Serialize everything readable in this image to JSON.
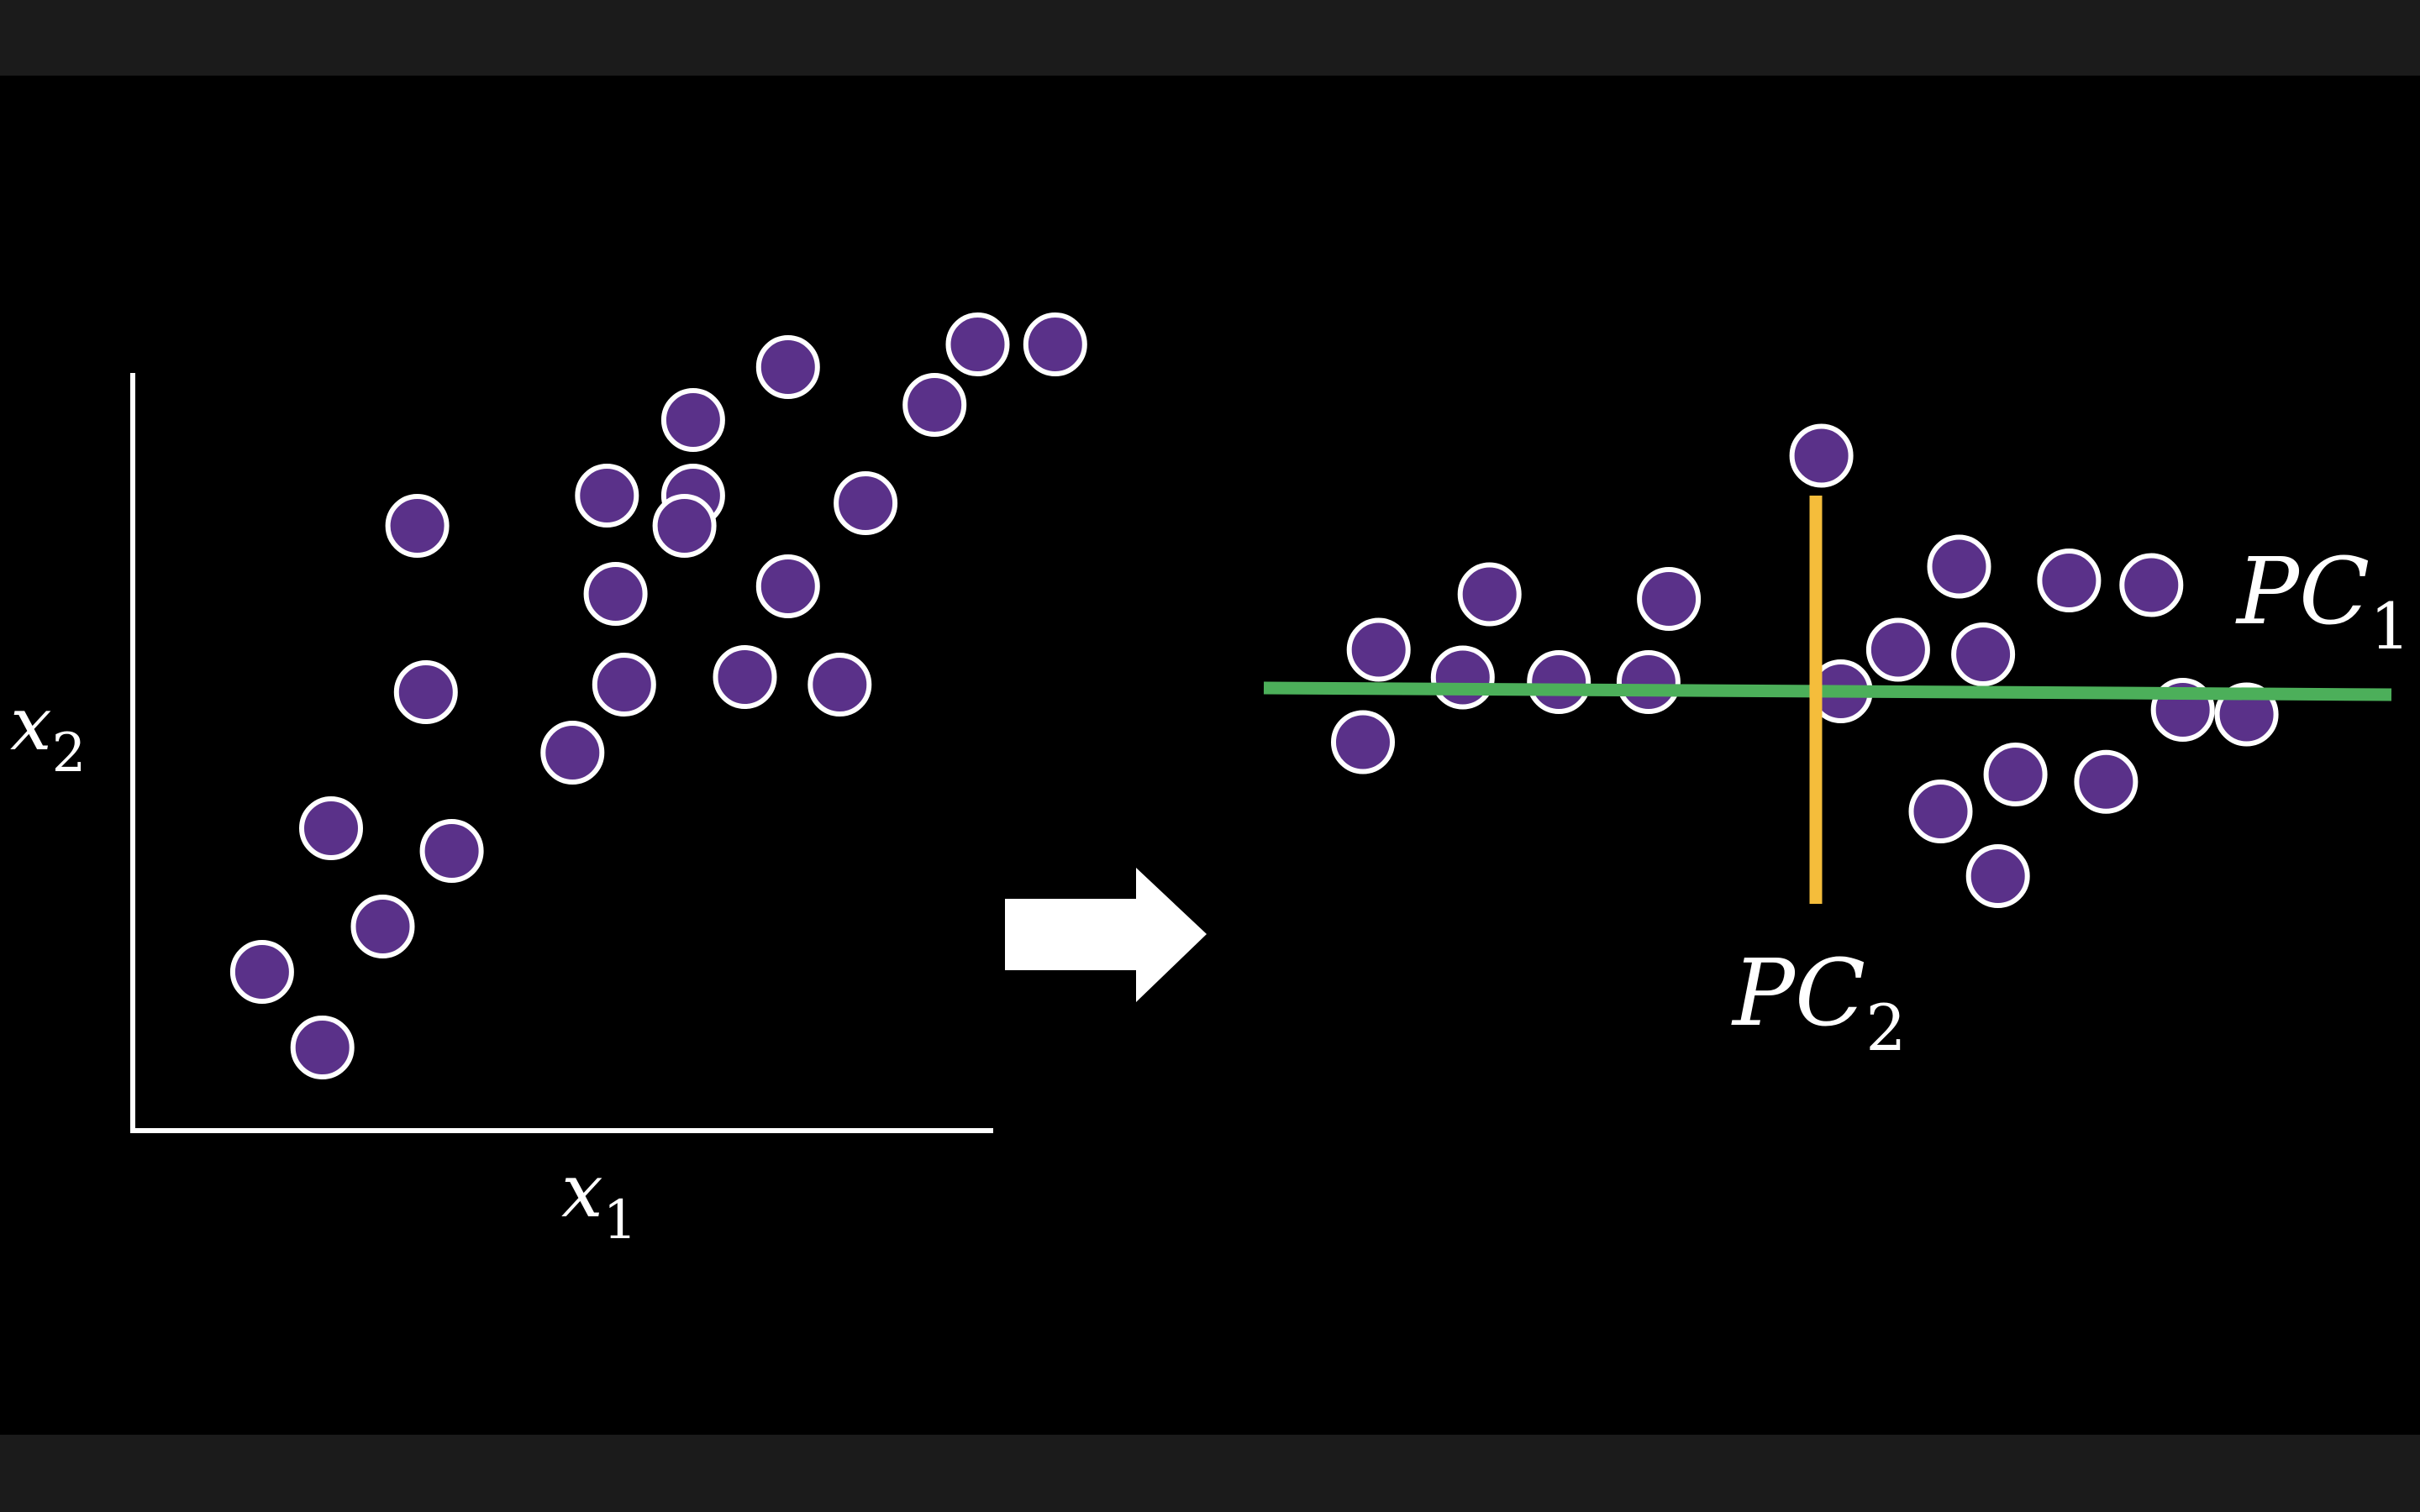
{
  "labels": {
    "x1": {
      "base": "x",
      "sub": "1"
    },
    "x2": {
      "base": "x",
      "sub": "2"
    },
    "pc1": {
      "base": "PC",
      "sub": "1"
    },
    "pc2": {
      "base": "PC",
      "sub": "2"
    }
  },
  "colors": {
    "background": "#000000",
    "frame_bar": "#1b1b1b",
    "point_fill": "#5a3189",
    "point_stroke": "#ffffff",
    "axis": "#ffffff",
    "pc1_line": "#4caf5a",
    "pc2_line": "#f5bd3b",
    "arrow": "#ffffff"
  },
  "original_space": {
    "axes": [
      "x1",
      "x2"
    ],
    "points": [
      [
        0.15,
        0.21
      ],
      [
        0.22,
        0.11
      ],
      [
        0.29,
        0.27
      ],
      [
        0.23,
        0.4
      ],
      [
        0.37,
        0.37
      ],
      [
        0.34,
        0.58
      ],
      [
        0.51,
        0.5
      ],
      [
        0.57,
        0.59
      ],
      [
        0.56,
        0.71
      ],
      [
        0.33,
        0.8
      ],
      [
        0.55,
        0.84
      ],
      [
        0.65,
        0.84
      ],
      [
        0.71,
        0.6
      ],
      [
        0.64,
        0.8
      ],
      [
        0.82,
        0.59
      ],
      [
        0.76,
        0.72
      ],
      [
        0.85,
        0.83
      ],
      [
        0.65,
        0.94
      ],
      [
        0.76,
        1.01
      ],
      [
        0.93,
        0.96
      ],
      [
        0.98,
        1.04
      ],
      [
        1.07,
        1.04
      ]
    ]
  },
  "transformed_space": {
    "axes": [
      "PC1",
      "PC2"
    ],
    "points": [
      [
        -4.9,
        -0.55
      ],
      [
        -4.73,
        0.45
      ],
      [
        -3.82,
        0.15
      ],
      [
        -3.53,
        1.05
      ],
      [
        -2.78,
        0.1
      ],
      [
        -1.81,
        0.1
      ],
      [
        -1.59,
        1.0
      ],
      [
        0.06,
        2.55
      ],
      [
        0.27,
        0.0
      ],
      [
        0.89,
        0.45
      ],
      [
        1.35,
        -1.3
      ],
      [
        1.55,
        1.35
      ],
      [
        1.81,
        0.4
      ],
      [
        1.97,
        -2.0
      ],
      [
        2.16,
        -0.9
      ],
      [
        2.74,
        1.2
      ],
      [
        3.14,
        -0.98
      ],
      [
        3.63,
        1.15
      ],
      [
        3.97,
        -0.2
      ],
      [
        4.66,
        -0.25
      ]
    ]
  }
}
